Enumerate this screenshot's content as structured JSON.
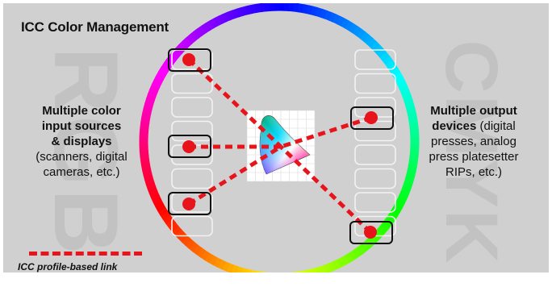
{
  "title": "ICC Color Management",
  "background_left": "RGB",
  "background_right": "CMYK",
  "left_caption": {
    "bold_lines": [
      "Multiple color",
      "input sources",
      "& displays"
    ],
    "normal_lines": [
      "(scanners, digital",
      "cameras, etc.)"
    ]
  },
  "right_caption": {
    "bold_lines": [
      "Multiple output"
    ],
    "mixed_line_bold": "devices",
    "mixed_line_normal": " (digital",
    "normal_lines": [
      "presses, analog",
      "press platesetter",
      "RIPs, etc.)"
    ]
  },
  "legend": {
    "label": "ICC profile-based link",
    "line_color": "#e8141c"
  },
  "colors": {
    "link": "#e8141c",
    "node_dot": "#e8141c",
    "canvas": "#d0d0d0",
    "slot_outline": "#f2f2f2"
  },
  "icons": [
    "color-wheel-ring",
    "chromaticity-gamut-icon",
    "device-node-dot"
  ],
  "nodes": {
    "left_count": 3,
    "right_count": 2,
    "left_slots": 8,
    "right_slots": 8
  }
}
